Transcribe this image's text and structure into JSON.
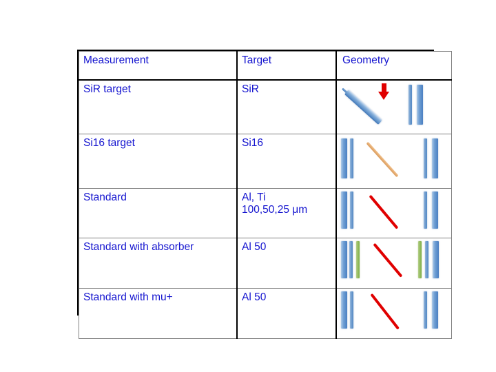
{
  "slide": {
    "background_color": "#ffffff",
    "text_color": "#1414cf",
    "border_color": "#000000"
  },
  "table": {
    "columns": [
      {
        "key": "measurement",
        "header": "Measurement"
      },
      {
        "key": "target",
        "header": "Target"
      },
      {
        "key": "geometry",
        "header": "Geometry"
      }
    ],
    "rows": [
      {
        "measurement": "SiR target",
        "target": "SiR",
        "geometry": {
          "name": "sir-target-geometry",
          "elements": [
            "tilted-silicon-slab",
            "red-beam-arrow-down",
            "detector-bar-pair-right"
          ]
        }
      },
      {
        "measurement": "Si16 target",
        "target": "Si16",
        "geometry": {
          "name": "si16-target-geometry",
          "elements": [
            "detector-bar-pair-left",
            "tan-diagonal-target",
            "detector-bar-pair-right"
          ]
        }
      },
      {
        "measurement": "Standard",
        "target": "Al, Ti\n100,50,25 μm",
        "geometry": {
          "name": "standard-geometry",
          "elements": [
            "detector-bar-pair-left",
            "red-diagonal-target",
            "detector-bar-pair-right"
          ]
        }
      },
      {
        "measurement": "Standard with absorber",
        "target": "Al 50",
        "geometry": {
          "name": "standard-with-absorber-geometry",
          "elements": [
            "detector-bar-pair-left",
            "green-absorber-bar-left",
            "red-diagonal-target",
            "green-absorber-bar-right",
            "detector-bar-pair-right"
          ]
        }
      },
      {
        "measurement": "Standard with mu+",
        "target": "Al 50",
        "geometry": {
          "name": "standard-with-mu-plus-geometry",
          "elements": [
            "detector-bar-pair-left",
            "red-diagonal-target",
            "detector-bar-pair-right"
          ]
        }
      }
    ]
  },
  "colors": {
    "text_blue": "#1414cf",
    "detector_blue": "#5489c4",
    "absorber_green": "#93bb5d",
    "beam_red": "#e00000",
    "target_tan": "#e3a96d",
    "table_border": "#000000",
    "cell_border": "#7f7f7f"
  }
}
